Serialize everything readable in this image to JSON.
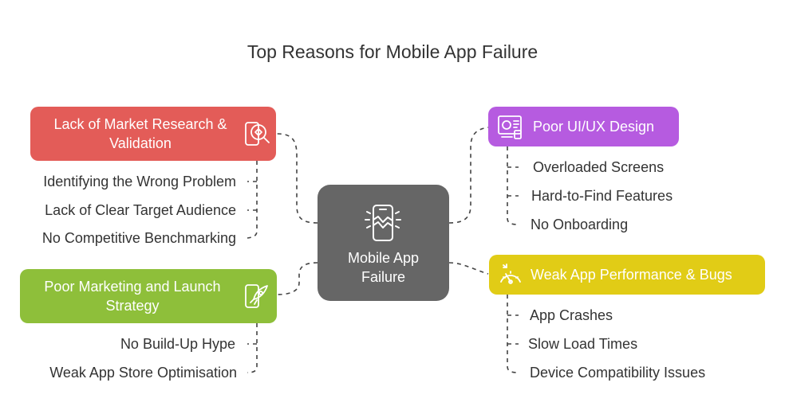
{
  "title": "Top Reasons for Mobile App Failure",
  "center": {
    "label_line1": "Mobile App",
    "label_line2": "Failure",
    "icon": "smartphone-broken-icon"
  },
  "branches": {
    "market_research": {
      "label_line1": "Lack of Market Research &",
      "label_line2": "Validation",
      "icon": "research-magnifier-icon",
      "color": "#e35c58",
      "items": [
        "Identifying the Wrong Problem",
        "Lack of Clear Target Audience",
        "No Competitive Benchmarking"
      ]
    },
    "marketing": {
      "label_line1": "Poor Marketing and Launch",
      "label_line2": "Strategy",
      "icon": "rocket-phone-icon",
      "color": "#8ebf3a",
      "items": [
        "No Build-Up Hype",
        "Weak App Store Optimisation"
      ]
    },
    "design": {
      "label": "Poor UI/UX Design",
      "icon": "design-layout-icon",
      "color": "#b65be0",
      "items": [
        "Overloaded Screens",
        "Hard-to-Find Features",
        "No Onboarding"
      ]
    },
    "performance": {
      "label": "Weak App Performance & Bugs",
      "icon": "speedometer-icon",
      "color": "#e1cc16",
      "items": [
        "App Crashes",
        "Slow Load Times",
        "Device Compatibility Issues"
      ]
    }
  }
}
